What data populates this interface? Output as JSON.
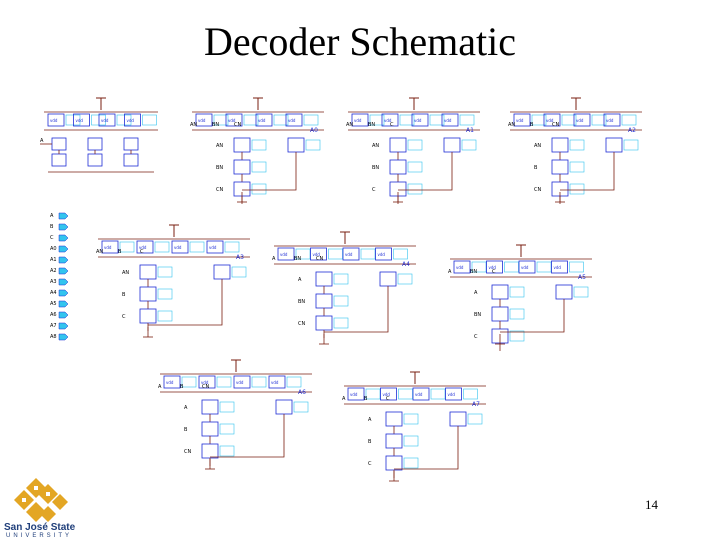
{
  "title": "Decoder Schematic",
  "page_number": "14",
  "logo": {
    "university": "San José State",
    "subtitle": "UNIVERSITY",
    "colors": {
      "gold": "#e3a624",
      "blue": "#1f3e7a"
    }
  },
  "colors": {
    "wire": "#7a1f10",
    "device": "#1e2dd6",
    "pin": "#33c4ee",
    "net": "#00000"
  },
  "inputs_pins": [
    "A",
    "B",
    "C"
  ],
  "output_pins": [
    "A0",
    "A1",
    "A2",
    "A3",
    "A4",
    "A5",
    "A6",
    "A7",
    "A8"
  ],
  "blocks": [
    {
      "id": "inverters",
      "out": ""
    },
    {
      "id": "nand-a0",
      "in": [
        "AN",
        "BN",
        "CN"
      ],
      "out": "A0"
    },
    {
      "id": "nand-a1",
      "in": [
        "AN",
        "BN",
        "C"
      ],
      "out": "A1"
    },
    {
      "id": "nand-a2",
      "in": [
        "AN",
        "B",
        "CN"
      ],
      "out": "A2"
    },
    {
      "id": "nand-a3",
      "in": [
        "AN",
        "B",
        "C"
      ],
      "out": "A3"
    },
    {
      "id": "nand-a4",
      "in": [
        "A",
        "BN",
        "CN"
      ],
      "out": "A4"
    },
    {
      "id": "nand-a5",
      "in": [
        "A",
        "BN",
        "C"
      ],
      "out": "A5"
    },
    {
      "id": "nand-a6",
      "in": [
        "A",
        "B",
        "CN"
      ],
      "out": "A6"
    },
    {
      "id": "nand-a7",
      "in": [
        "A",
        "B",
        "C"
      ],
      "out": "A7"
    }
  ]
}
